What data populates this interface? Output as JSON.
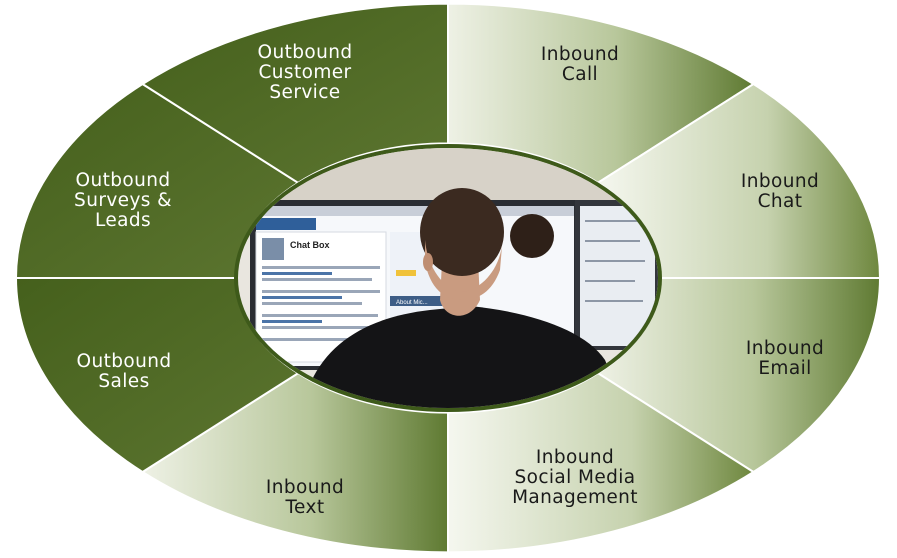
{
  "segments": [
    {
      "id": "inbound-call",
      "lines": [
        "Inbound",
        "Call"
      ],
      "tone": "light",
      "text_color": "#1a1a1a"
    },
    {
      "id": "inbound-chat",
      "lines": [
        "Inbound",
        "Chat"
      ],
      "tone": "light",
      "text_color": "#1a1a1a"
    },
    {
      "id": "inbound-email",
      "lines": [
        "Inbound",
        "Email"
      ],
      "tone": "light",
      "text_color": "#1a1a1a"
    },
    {
      "id": "inbound-social-media-management",
      "lines": [
        "Inbound",
        "Social Media",
        "Management"
      ],
      "tone": "light",
      "text_color": "#1a1a1a"
    },
    {
      "id": "inbound-text",
      "lines": [
        "Inbound",
        "Text"
      ],
      "tone": "light",
      "text_color": "#1a1a1a"
    },
    {
      "id": "outbound-sales",
      "lines": [
        "Outbound",
        "Sales"
      ],
      "tone": "dark",
      "text_color": "#ffffff"
    },
    {
      "id": "outbound-surveys-leads",
      "lines": [
        "Outbound",
        "Surveys &",
        "Leads"
      ],
      "tone": "dark",
      "text_color": "#ffffff"
    },
    {
      "id": "outbound-customer-service",
      "lines": [
        "Outbound",
        "Customer",
        "Service"
      ],
      "tone": "dark",
      "text_color": "#ffffff"
    }
  ],
  "center_photo": {
    "screen_title": "Chat Box",
    "sidebar_heading": "About Mic..."
  },
  "colors": {
    "dark_green": "#4f6a24",
    "mid_green": "#7f9650",
    "light_green": "#c9d4b3",
    "pale": "#f2f4ec",
    "ring": "#3e5a1a"
  }
}
